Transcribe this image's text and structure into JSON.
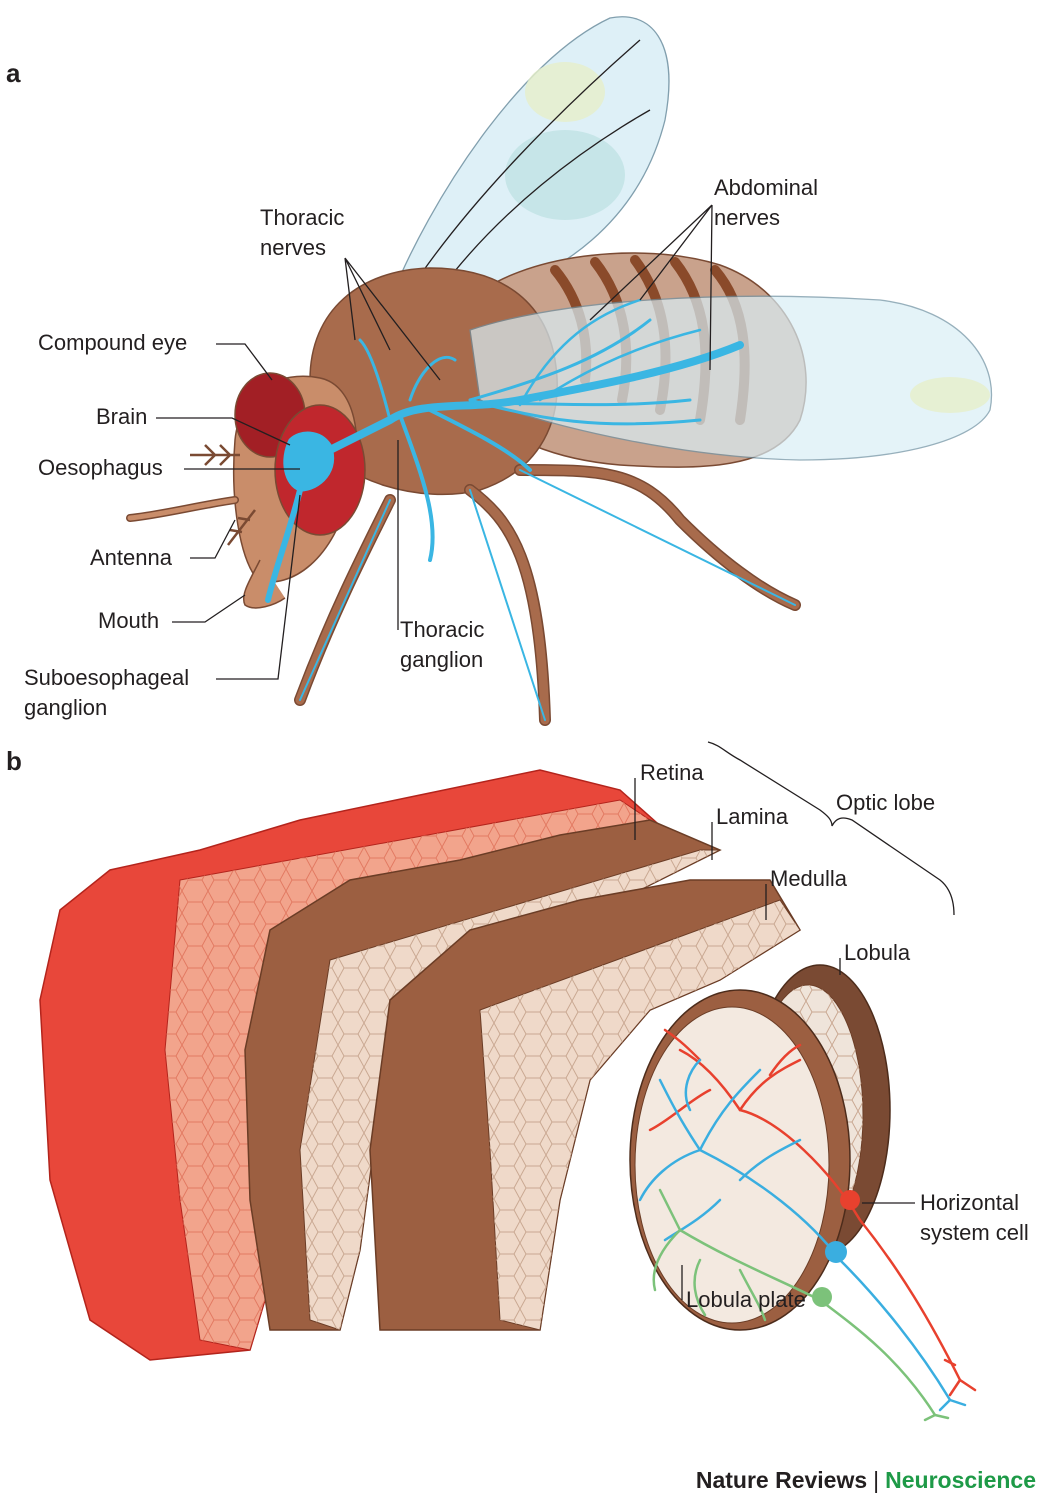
{
  "panels": {
    "a": "a",
    "b": "b"
  },
  "panel_a": {
    "labels": {
      "thoracic_nerves": [
        "Thoracic",
        "nerves"
      ],
      "abdominal_nerves": [
        "Abdominal",
        "nerves"
      ],
      "compound_eye": "Compound eye",
      "brain": "Brain",
      "oesophagus": "Oesophagus",
      "antenna": "Antenna",
      "mouth": "Mouth",
      "thoracic_ganglion": [
        "Thoracic",
        "ganglion"
      ],
      "suboesophageal_ganglion": [
        "Suboesophageal",
        "ganglion"
      ]
    }
  },
  "panel_b": {
    "labels": {
      "retina": "Retina",
      "lamina": "Lamina",
      "medulla": "Medulla",
      "optic_lobe": "Optic lobe",
      "lobula": "Lobula",
      "horizontal_system_cell": [
        "Horizontal",
        "system cell"
      ],
      "lobula_plate": "Lobula plate"
    }
  },
  "branding": {
    "journal": "Nature Reviews",
    "separator": "|",
    "section": "Neuroscience"
  },
  "colors": {
    "body": "#a86b4c",
    "body_dark": "#7a4a33",
    "nerve": "#3ab6e3",
    "eye": "#c0272d",
    "wing": "#d9eef6",
    "retina": "#e8473a",
    "retina_face": "#f2a48c",
    "lamina": "#9c5f41",
    "lamina_face": "#efd9c9",
    "neuron_red": "#e8412e",
    "neuron_blue": "#3aaee0",
    "neuron_green": "#7cc27a",
    "brand_green": "#1e9a47"
  }
}
